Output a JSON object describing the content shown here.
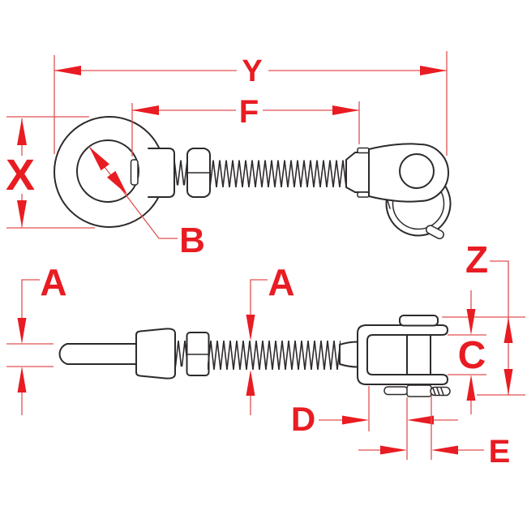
{
  "drawing": {
    "background_color": "#ffffff",
    "outline_color": "#2e2a2b",
    "dimension_color": "#e81c22",
    "dimension_labels": {
      "y": "Y",
      "f": "F",
      "x": "X",
      "b": "B",
      "a_rod": "A",
      "a_thread": "A",
      "z": "Z",
      "c": "C",
      "d": "D",
      "e": "E"
    }
  }
}
